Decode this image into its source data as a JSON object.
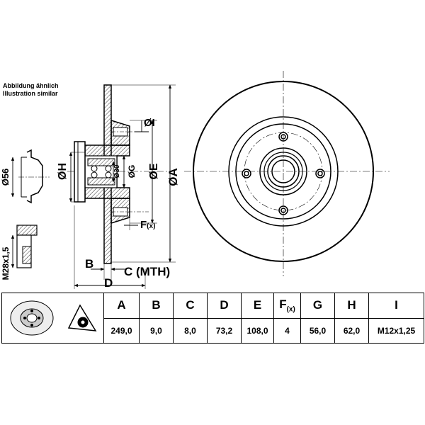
{
  "note": {
    "line1": "Abbildung ähnlich",
    "line2": "Illustration similar"
  },
  "dimension_labels": {
    "A": "ØA",
    "B": "B",
    "C": "C (MTH)",
    "D": "D",
    "E": "ØE",
    "F": "F",
    "F_suffix": "(x)",
    "G": "ØG",
    "H": "ØH",
    "I": "ØI",
    "bore_30": "Ø30",
    "hub_56": "Ø56",
    "thread": "M28x1,5"
  },
  "table": {
    "headers": [
      {
        "key": "A",
        "label": "A"
      },
      {
        "key": "B",
        "label": "B"
      },
      {
        "key": "C",
        "label": "C"
      },
      {
        "key": "D",
        "label": "D"
      },
      {
        "key": "E",
        "label": "E"
      },
      {
        "key": "F",
        "label": "F",
        "suffix": "(x)"
      },
      {
        "key": "G",
        "label": "G"
      },
      {
        "key": "H",
        "label": "H"
      },
      {
        "key": "I",
        "label": "I"
      }
    ],
    "values": {
      "A": "249,0",
      "B": "9,0",
      "C": "8,0",
      "D": "73,2",
      "E": "108,0",
      "F": "4",
      "G": "56,0",
      "H": "62,0",
      "I": "M12x1,25"
    }
  },
  "icons": {
    "thumbnail": "brake-disc-thumbnail-icon",
    "warning": "warning-wheel-icon"
  }
}
